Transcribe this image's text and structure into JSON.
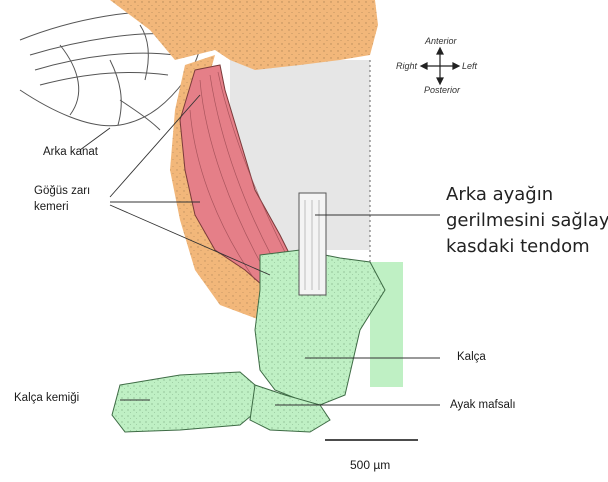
{
  "labels": {
    "hind_wing": "Arka kanat",
    "membrane_belt": "Göğüs zarı kemeri",
    "tendon_line1": "Arka ayağın",
    "tendon_line2": "gerilmesini sağlayan",
    "tendon_line3": "kasdaki tendom",
    "coxa": "Kalça",
    "femur": "Kalça kemiği",
    "joint": "Ayak mafsalı",
    "scale": "500 µm"
  },
  "compass": {
    "anterior": "Anterior",
    "posterior": "Posterior",
    "right": "Right",
    "left": "Left"
  },
  "colors": {
    "thorax": "#f2b77a",
    "muscle": "#e57f88",
    "leg": "#bff0c4",
    "shadow": "#e6e6e6"
  }
}
